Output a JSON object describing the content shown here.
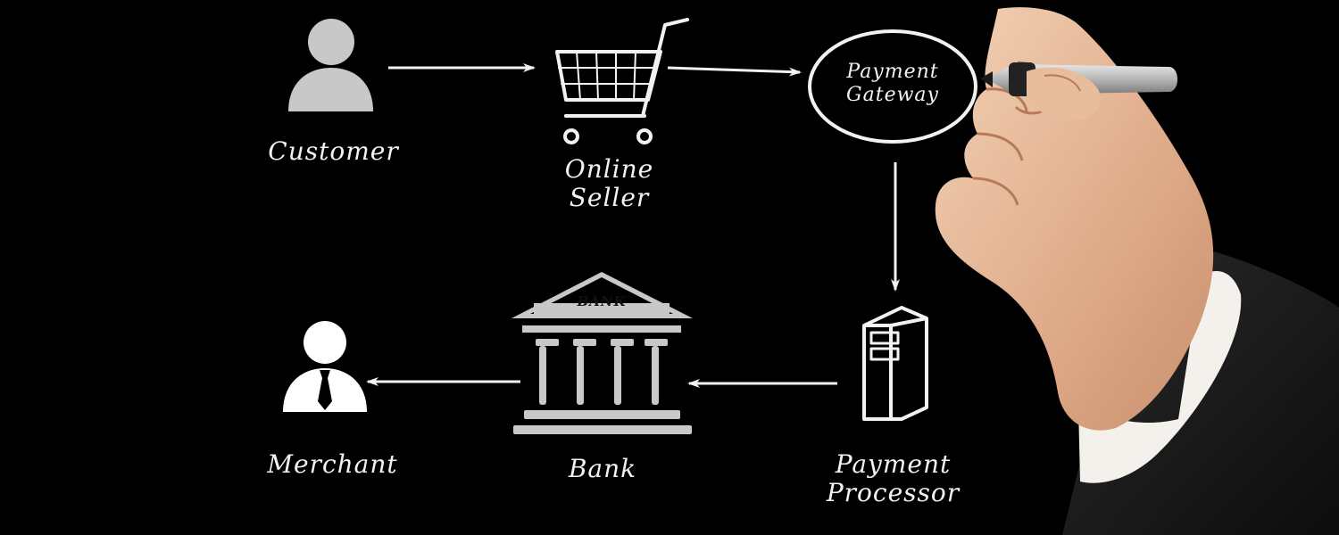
{
  "diagram": {
    "nodes": {
      "customer": {
        "label": "Customer",
        "icon": "person-icon"
      },
      "online_seller": {
        "line1": "Online",
        "line2": "Seller",
        "icon": "shopping-cart-icon"
      },
      "payment_gateway": {
        "line1": "Payment",
        "line2": "Gateway"
      },
      "payment_processor": {
        "line1": "Payment",
        "line2": "Processor",
        "icon": "server-tower-icon"
      },
      "bank": {
        "label": "Bank",
        "sign": "BANK",
        "icon": "bank-building-icon"
      },
      "merchant": {
        "label": "Merchant",
        "icon": "businessman-icon"
      }
    },
    "edges": [
      {
        "from": "Customer",
        "to": "Online Seller"
      },
      {
        "from": "Online Seller",
        "to": "Payment Gateway"
      },
      {
        "from": "Payment Gateway",
        "to": "Payment Processor"
      },
      {
        "from": "Payment Processor",
        "to": "Bank"
      },
      {
        "from": "Bank",
        "to": "Merchant"
      }
    ],
    "colors": {
      "background": "#000000",
      "ink": "#f2f2f2",
      "icon_grey": "#c8c8c8"
    }
  },
  "photo": {
    "hand_with_marker": "hand-with-marker-illustration"
  }
}
